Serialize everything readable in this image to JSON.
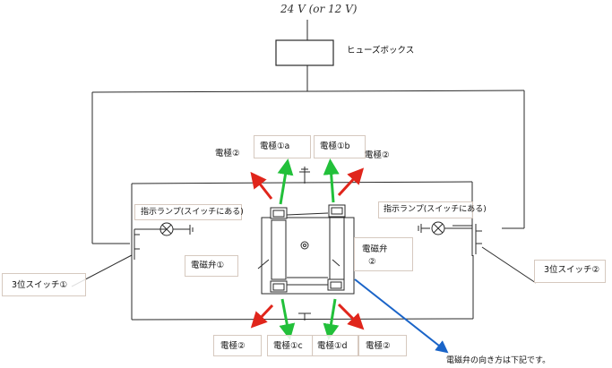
{
  "supply_voltage": "24 V (or 12 V)",
  "fuse_box": "ヒューズボックス",
  "switch_1": "3位スイッチ①",
  "switch_2": "3位スイッチ②",
  "lamp_1": "指示ランプ(スイッチにある)",
  "lamp_2": "指示ランプ(スイッチにある)",
  "valve_1": "電磁弁①",
  "valve_2_line1": "電磁弁",
  "valve_2_line2": "②",
  "electrodes": {
    "top_left_2": "電極②",
    "top_1a": "電極①a",
    "top_1b": "電極①b",
    "top_right_2": "電極②",
    "bottom_left_2": "電極②",
    "bottom_1c": "電極①c",
    "bottom_1d": "電極①d",
    "bottom_right_2": "電極②"
  },
  "note": "電磁弁の向き方は下記です。",
  "colors": {
    "wire": "#2a2a2a",
    "red_arrow": "#e0251b",
    "green_arrow": "#22c03a",
    "blue_arrow": "#1a64c8",
    "box_border": "#d6c9bf"
  }
}
